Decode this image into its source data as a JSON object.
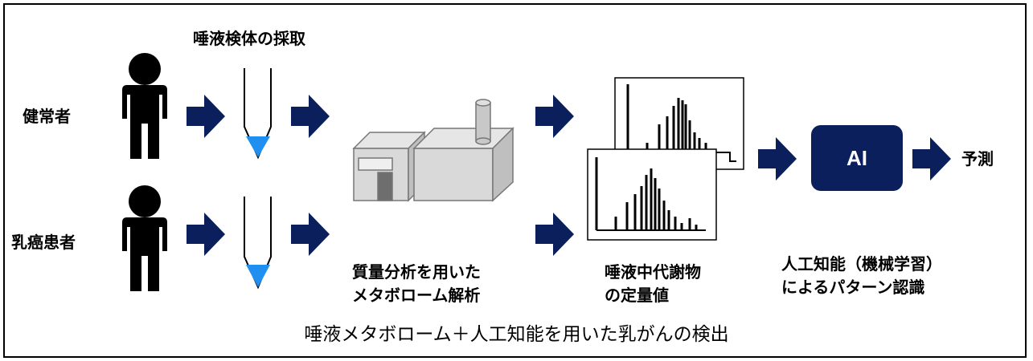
{
  "labels": {
    "sampling": "唾液検体の採取",
    "healthy": "健常者",
    "patient": "乳癌患者",
    "ms_line1": "質量分析を用いた",
    "ms_line2": "メタボローム解析",
    "metab_line1": "唾液中代謝物",
    "metab_line2": "の定量値",
    "ai_line1": "人工知能（機械学習）",
    "ai_line2": "によるパターン認識",
    "ai_box": "AI",
    "predict": "予測"
  },
  "caption": "唾液メタボローム＋人工知能を用いた乳がんの検出",
  "colors": {
    "arrow": "#0b1f5c",
    "ai_box": "#0b1f5c",
    "liquid": "#1f8ff0",
    "machine_face": "#d9d9d9",
    "machine_side": "#bfbfbf",
    "machine_top": "#e6e6e6"
  },
  "icons": [
    "person-icon",
    "test-tube-icon",
    "mass-spectrometer-icon",
    "spectrum-chart-icon",
    "arrow-icon"
  ]
}
